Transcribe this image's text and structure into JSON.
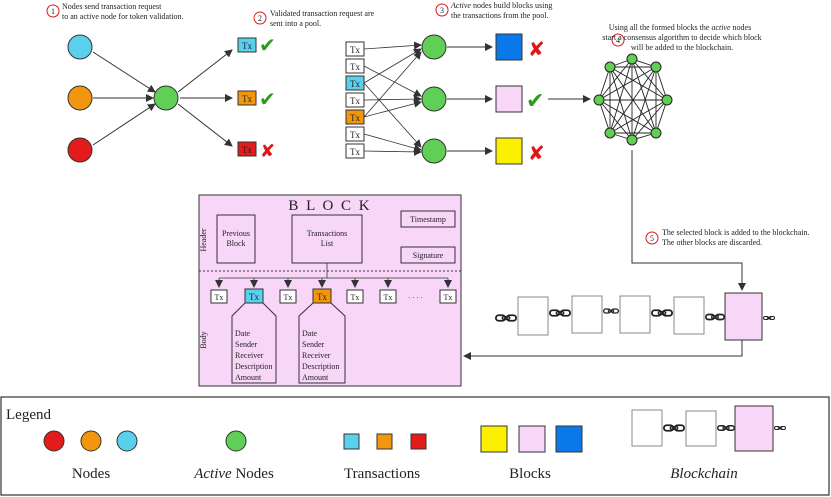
{
  "steps": [
    {
      "num": "1",
      "line1": "Nodes send transaction request",
      "line2": "to an active node for token validation."
    },
    {
      "num": "2",
      "line1": "Validated transaction request are",
      "line2": "sent into a pool."
    },
    {
      "num": "3",
      "line1_em": "Active",
      "line1_rest": " nodes build blocks using",
      "line2": "the transactions from the pool."
    },
    {
      "num": "4",
      "line1": "Using all the formed blocks the ",
      "line1_em": "active",
      "line1_end": " nodes",
      "line2": "start a consensus algorithm to decide which block",
      "line3": "will be added to the blockchain."
    },
    {
      "num": "5",
      "line1": "The selected block is added to the blockchain.",
      "line2": "The other blocks are discarded."
    }
  ],
  "tx": "Tx",
  "marks": {
    "check": "✔",
    "cross": "✘"
  },
  "block": {
    "title": "B L O C K",
    "header_label": "Header",
    "body_label": "Body",
    "prev_line1": "Previous",
    "prev_line2": "Block",
    "tlist_line1": "Transactions",
    "tlist_line2": "List",
    "timestamp": "Timestamp",
    "signature": "Signature",
    "ellipsis": "· · · ·",
    "fields": [
      "Date",
      "Sender",
      "Receiver",
      "Description",
      "Amount"
    ]
  },
  "legend": {
    "title": "Legend",
    "nodes": "Nodes",
    "active_em": "Active",
    "active_rest": " Nodes",
    "transactions": "Transactions",
    "blocks": "Blocks",
    "blockchain": "Blockchain"
  },
  "colors": {
    "cyan": "#5bd0ec",
    "orange": "#f2960e",
    "red": "#e31b1b",
    "green": "#60cf56",
    "yellow": "#fbf000",
    "pink": "#f8d6f8",
    "blue": "#0a78e8",
    "check": "#2a9d1a",
    "cross": "#e01515",
    "step": "#e01515"
  }
}
